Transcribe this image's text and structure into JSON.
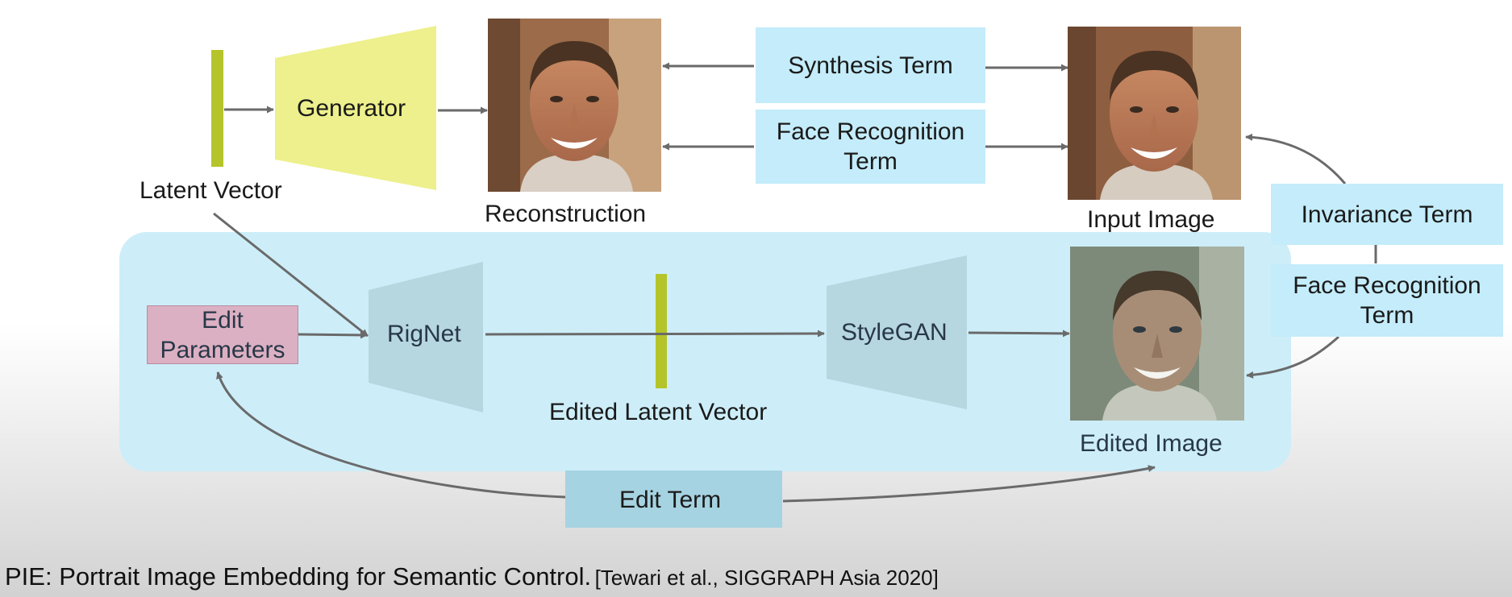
{
  "diagram": {
    "top": {
      "latent_vector_label": "Latent Vector",
      "generator_label": "Generator",
      "reconstruction_label": "Reconstruction",
      "synthesis_term": "Synthesis Term",
      "face_recognition_term_line1": "Face Recognition",
      "face_recognition_term_line2": "Term",
      "input_image_label": "Input Image"
    },
    "right": {
      "invariance_term": "Invariance Term",
      "face_recognition_term_line1": "Face Recognition",
      "face_recognition_term_line2": "Term"
    },
    "bottom": {
      "edit_parameters_line1": "Edit",
      "edit_parameters_line2": "Parameters",
      "rignet_label": "RigNet",
      "edited_latent_vector_label": "Edited Latent Vector",
      "stylegan_label": "StyleGAN",
      "edited_image_label": "Edited Image",
      "edit_term": "Edit Term"
    },
    "colors": {
      "generator_fill": "#edf08c",
      "latent_bar": "#b5c42a",
      "term_box": "#c4ecfa",
      "panel": "#cdeef9",
      "network_fill": "#b6d6e0",
      "edit_params_fill": "#dcb0c3",
      "edit_term_fill": "#a6d3e1",
      "arrow": "#6a6a6a"
    }
  },
  "citation": {
    "main": "PIE: Portrait Image Embedding for Semantic Control.",
    "ref": "[Tewari et al., SIGGRAPH Asia 2020]"
  }
}
